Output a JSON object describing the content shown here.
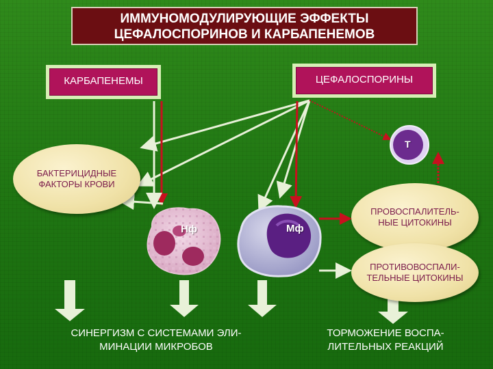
{
  "title": {
    "line1": "ИММУНОМОДУЛИРУЮЩИЕ ЭФФЕКТЫ",
    "line2": "ЦЕФАЛОСПОРИНОВ И КАРБАПЕНЕМОВ"
  },
  "drugs": {
    "carbapenems": "КАРБАПЕНЕМЫ",
    "cephalosporins": "ЦЕФАЛОСПОРИНЫ"
  },
  "nodes": {
    "bactericidal": {
      "line1": "БАКТЕРИЦИДНЫЕ",
      "line2": "ФАКТОРЫ КРОВИ"
    },
    "t_cell": "Т",
    "neutrophil": "Нф",
    "macrophage": "Мф",
    "proinflammatory": {
      "line1": "ПРОВОСПАЛИТЕЛЬ-",
      "line2": "НЫЕ ЦИТОКИНЫ"
    },
    "antiinflammatory": {
      "line1": "ПРОТИВОВОСПАЛИ-",
      "line2": "ТЕЛЬНЫЕ ЦИТОКИНЫ"
    }
  },
  "outcomes": {
    "left": {
      "line1": "СИНЕРГИЗМ С СИСТЕМАМИ ЭЛИ-",
      "line2": "МИНАЦИИ МИКРОБОВ"
    },
    "right": {
      "line1": "ТОРМОЖЕНИЕ ВОСПА-",
      "line2": "ЛИТЕЛЬНЫХ РЕАКЦИЙ"
    }
  },
  "colors": {
    "background": "#1f7512",
    "title_bg": "#6b0e12",
    "drug_box": "#b0135a",
    "red_arrow": "#c8101e",
    "white_arrow": "#e8f1d8",
    "oval": "#f0e2a8"
  }
}
